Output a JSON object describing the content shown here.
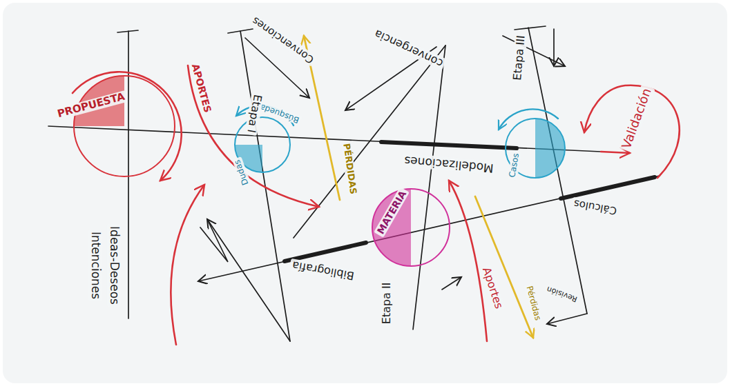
{
  "diagram": {
    "nodes": [
      {
        "text": [
          "PROPUESTA"
        ]
      },
      {
        "text": [
          "Búsquedas",
          "Dudas"
        ]
      },
      {
        "text": [
          "MATERIA"
        ]
      },
      {
        "text": [
          "Casos"
        ]
      }
    ],
    "labels": [
      "Intenciones",
      "Ideas-Deseos",
      "APORTES",
      "Etapa I",
      "Convenciones",
      "PÉRDIDAS",
      "convergencia",
      "Modelizaciones",
      "Etapa III",
      "Validación",
      "Cálculos",
      "Bibliografía",
      "Etapa II",
      "Aportes",
      "Pérdidas",
      "Revisión"
    ]
  }
}
